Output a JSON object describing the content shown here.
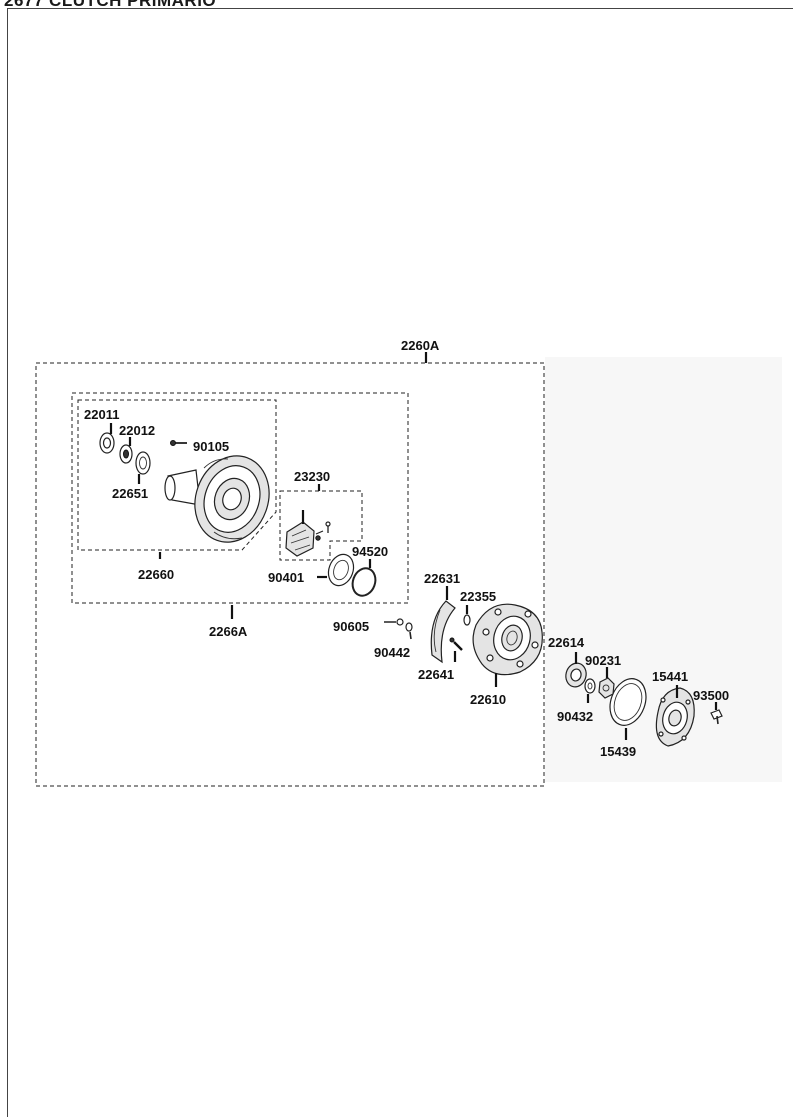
{
  "header": {
    "title": "2677 CLUTCH PRIMARIO"
  },
  "groups": {
    "outer": "2260A",
    "inner_assembly": "2266A",
    "sub_assembly": "22660",
    "small_assembly": "23230"
  },
  "parts": {
    "p22011": "22011",
    "p22012": "22012",
    "p90105": "90105",
    "p22651": "22651",
    "p90401": "90401",
    "p94520": "94520",
    "p22631": "22631",
    "p22355": "22355",
    "p90605": "90605",
    "p90442": "90442",
    "p22641": "22641",
    "p22610": "22610",
    "p22614": "22614",
    "p90231": "90231",
    "p90432": "90432",
    "p15441": "15441",
    "p93500": "93500",
    "p15439": "15439"
  }
}
